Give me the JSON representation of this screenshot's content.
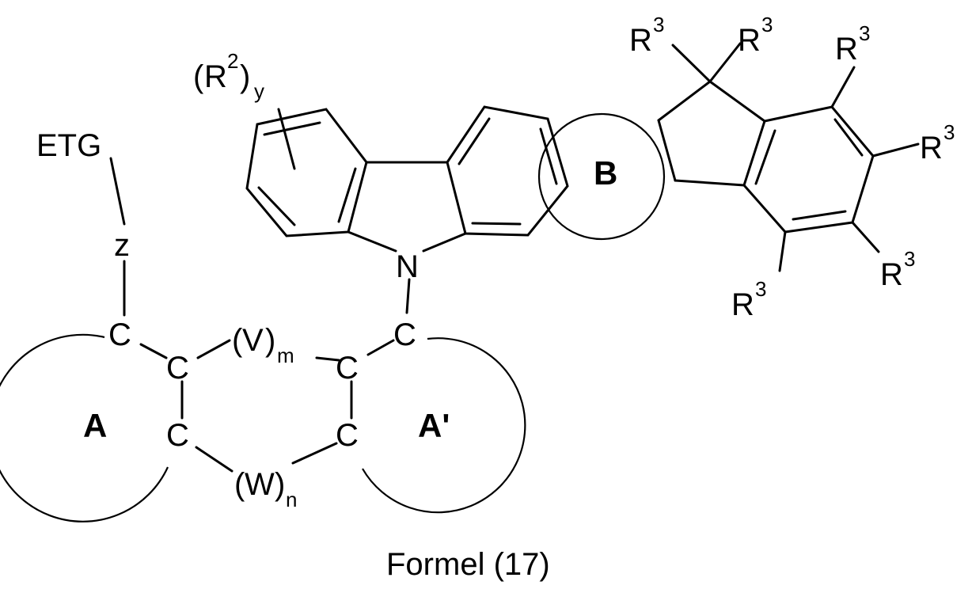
{
  "atoms": {
    "etg": "ETG",
    "z": "z",
    "n": "N",
    "c": "C",
    "r": "R",
    "v": "V",
    "w": "W",
    "paren_open": "(",
    "paren_close": ")"
  },
  "subscripts": {
    "r2_sup": "2",
    "r2_sub": "y",
    "r3_sup": "3",
    "v_sub": "m",
    "w_sub": "n"
  },
  "rings": {
    "a": "A",
    "a_prime": "A'",
    "b": "B"
  },
  "caption": "Formel (17)"
}
